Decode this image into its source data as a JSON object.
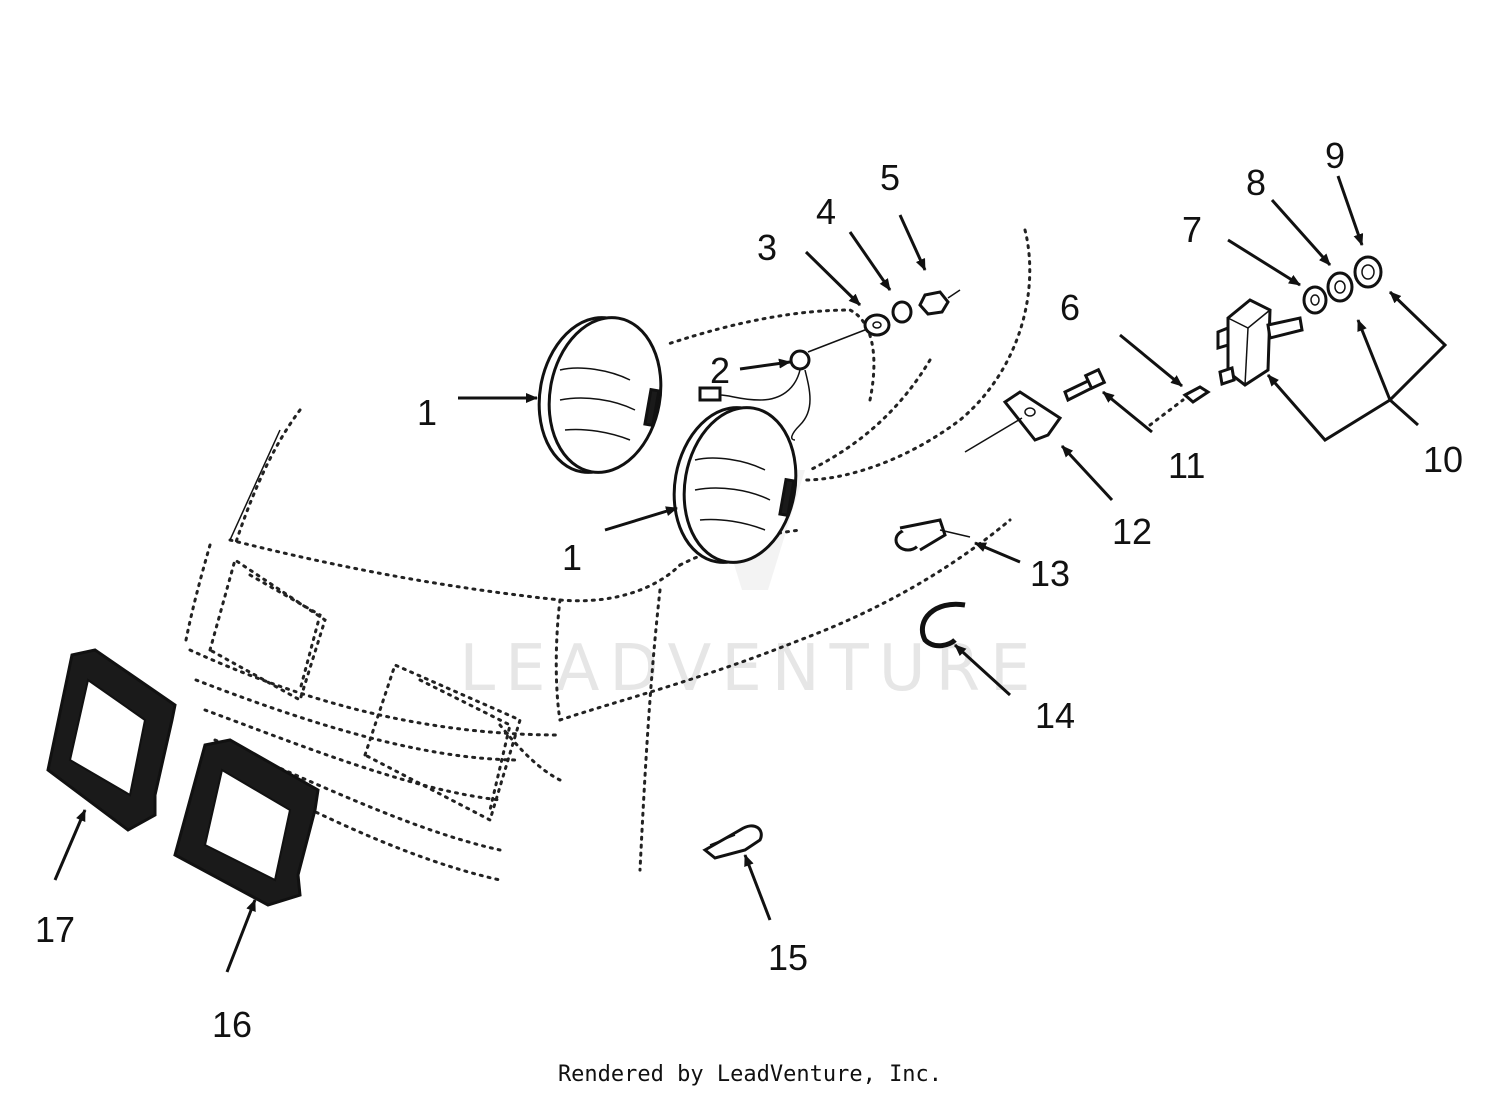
{
  "watermark": "LEADVENTURE",
  "footer": "Rendered by LeadVenture, Inc.",
  "callouts": [
    {
      "id": "1a",
      "label": "1"
    },
    {
      "id": "1b",
      "label": "1"
    },
    {
      "id": "2",
      "label": "2"
    },
    {
      "id": "3",
      "label": "3"
    },
    {
      "id": "4",
      "label": "4"
    },
    {
      "id": "5",
      "label": "5"
    },
    {
      "id": "6",
      "label": "6"
    },
    {
      "id": "7",
      "label": "7"
    },
    {
      "id": "8",
      "label": "8"
    },
    {
      "id": "9",
      "label": "9"
    },
    {
      "id": "10",
      "label": "10"
    },
    {
      "id": "11",
      "label": "11"
    },
    {
      "id": "12",
      "label": "12"
    },
    {
      "id": "13",
      "label": "13"
    },
    {
      "id": "14",
      "label": "14"
    },
    {
      "id": "15",
      "label": "15"
    },
    {
      "id": "16",
      "label": "16"
    },
    {
      "id": "17",
      "label": "17"
    }
  ]
}
